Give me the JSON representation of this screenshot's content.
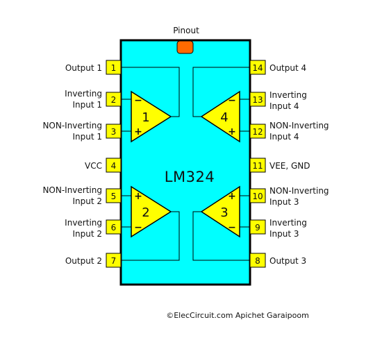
{
  "title": "Pinout",
  "chip_name": "LM324",
  "credit": "©ElecCircuit.com Apichet Garaipoom",
  "colors": {
    "body": "#00ffff",
    "pin": "#ffff00",
    "opamp": "#ffff00",
    "notch": "#ff6a00",
    "outline": "#000000"
  },
  "pins_left": [
    {
      "num": "1",
      "lines": [
        "Output 1"
      ]
    },
    {
      "num": "2",
      "lines": [
        "Inverting",
        "Input 1"
      ]
    },
    {
      "num": "3",
      "lines": [
        "NON-Inverting",
        "Input 1"
      ]
    },
    {
      "num": "4",
      "lines": [
        "VCC"
      ]
    },
    {
      "num": "5",
      "lines": [
        "NON-Inverting",
        "Input 2"
      ]
    },
    {
      "num": "6",
      "lines": [
        "Inverting",
        "Input 2"
      ]
    },
    {
      "num": "7",
      "lines": [
        "Output 2"
      ]
    }
  ],
  "pins_right": [
    {
      "num": "14",
      "lines": [
        "Output 4"
      ]
    },
    {
      "num": "13",
      "lines": [
        "Inverting",
        "Input 4"
      ]
    },
    {
      "num": "12",
      "lines": [
        "NON-Inverting",
        "Input 4"
      ]
    },
    {
      "num": "11",
      "lines": [
        "VEE, GND"
      ]
    },
    {
      "num": "10",
      "lines": [
        "NON-Inverting",
        "Input 3"
      ]
    },
    {
      "num": "9",
      "lines": [
        "Inverting",
        "Input 3"
      ]
    },
    {
      "num": "8",
      "lines": [
        "Output 3"
      ]
    }
  ],
  "opamps": [
    {
      "label": "1",
      "top_sign": "−",
      "bottom_sign": "+"
    },
    {
      "label": "4",
      "top_sign": "−",
      "bottom_sign": "+"
    },
    {
      "label": "2",
      "top_sign": "+",
      "bottom_sign": "−"
    },
    {
      "label": "3",
      "top_sign": "+",
      "bottom_sign": "−"
    }
  ]
}
